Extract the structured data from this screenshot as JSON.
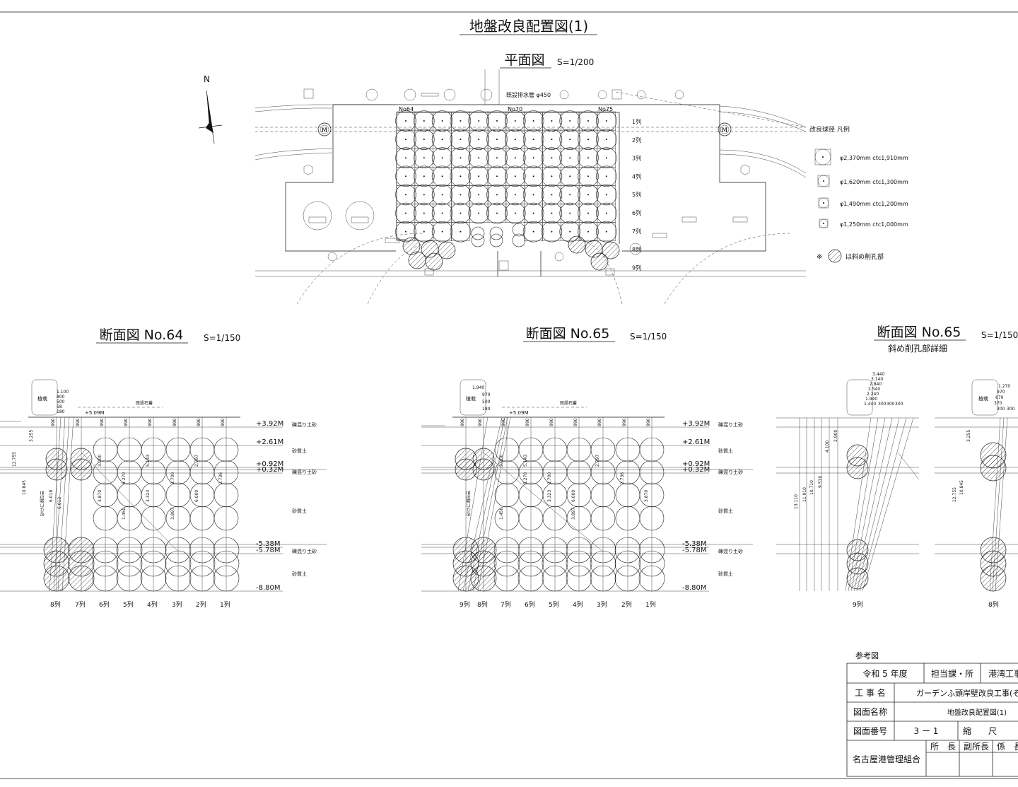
{
  "sheet_title": "地盤改良配置図(1)",
  "plan": {
    "title": "平面図",
    "scale": "S=1/200",
    "north_label": "N",
    "pipe_label": "既設排水管 φ450",
    "stations": [
      "No64",
      "No70",
      "No75"
    ],
    "rows": [
      "1列",
      "2列",
      "3列",
      "4列",
      "5列",
      "6列",
      "7列",
      "8列",
      "9列"
    ],
    "manhole_label": "M"
  },
  "legend": {
    "title": "改良球径 凡例",
    "items": [
      "φ2,370mm ctc1,910mm",
      "φ1,620mm ctc1,300mm",
      "φ1,490mm ctc1,200mm",
      "φ1,250mm ctc1,000mm"
    ],
    "note_mark": "※",
    "note_text": "は斜め削孔部"
  },
  "sections": [
    {
      "title": "断面図 No.64",
      "scale": "S=1/150",
      "columns": [
        "8列",
        "7列",
        "6列",
        "5列",
        "4列",
        "3列",
        "2列",
        "1列"
      ],
      "planting": "植栽",
      "ground_level": "+5.09M",
      "existing": "既設石蓋"
    },
    {
      "title": "断面図 No.65",
      "scale": "S=1/150",
      "columns": [
        "9列",
        "8列",
        "7列",
        "6列",
        "5列",
        "4列",
        "3列",
        "2列",
        "1列"
      ],
      "planting": "植栽",
      "ground_level": "+5.09M",
      "existing": "既設石蓋"
    },
    {
      "title": "断面図 No.65",
      "subtitle": "斜め削孔部詳細",
      "scale": "S=1/150",
      "columns": [
        "9列",
        "8列"
      ],
      "planting": "植栽"
    }
  ],
  "levels": [
    "+3.92M",
    "+2.61M",
    "+0.92M",
    "+0.32M",
    "-5.38M",
    "-5.78M",
    "-8.80M"
  ],
  "soils": [
    "礫混り土砂",
    "砂質土",
    "礫混り土砂",
    "砂質土",
    "礫混り土砂",
    "砂質土"
  ],
  "dim_labels": {
    "spacing": "990",
    "heights": [
      "3.000",
      "5.270",
      "3.323",
      "3.897",
      "2.797",
      "2.736",
      "3.870",
      "1.450",
      "5.143",
      "3.700",
      "6.000"
    ],
    "left": [
      "3.255",
      "10.845",
      "12.755",
      "6.018",
      "6.012"
    ],
    "vertical_text": "砂けに湖白岩",
    "detail_top": [
      "3.440",
      "3.140",
      "2.840",
      "2.540",
      "2.240",
      "1.940",
      "1.440",
      "300",
      "300",
      "300"
    ],
    "detail_left": [
      "13.110",
      "11.910",
      "10.710",
      "9.510",
      "4.100",
      "2.900"
    ],
    "detail2_top": [
      "1.270",
      "970",
      "670",
      "370",
      "300",
      "300"
    ],
    "sec2_top": [
      "1.940",
      "970",
      "500",
      "180"
    ],
    "sec1_top": [
      "1.100",
      "800",
      "500",
      "58",
      "180"
    ]
  },
  "title_block": {
    "ref_label": "参考図",
    "year": "令和 5 年度",
    "dept_label": "担当課・所",
    "dept_value": "港湾工事",
    "work_label": "工 事 名",
    "work_value": "ガーデンふ頭岸壁改良工事(その",
    "drawing_name_label": "図面名称",
    "drawing_name_value": "地盤改良配置図(1)",
    "drawing_no_label": "図面番号",
    "drawing_no_value": "3 ー 1",
    "scale_label": "縮　　尺",
    "scale_value": "",
    "org": "名古屋港管理組合",
    "roles": [
      "所　長",
      "副所長",
      "係　長"
    ]
  },
  "colors": {
    "ink": "#111111",
    "paper": "#ffffff"
  }
}
